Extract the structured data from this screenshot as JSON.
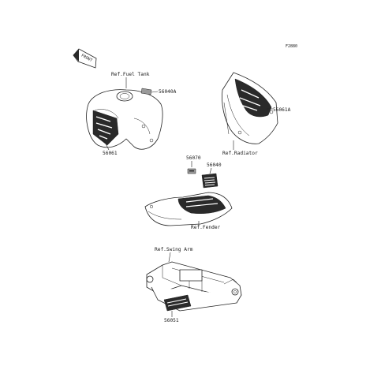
{
  "diagram_code": "F2880",
  "front_label": "FRONT",
  "labels": {
    "ref_fuel_tank": "Ref.Fuel Tank",
    "part_56040A": "56040A",
    "part_56061": "56061",
    "ref_radiator": "Ref.Radiator",
    "part_56061A": "56061A",
    "part_56070": "56070",
    "part_56040": "56040",
    "ref_fender": "Ref.Fender",
    "ref_swing_arm": "Ref.Swing Arm",
    "part_56051": "56051"
  }
}
